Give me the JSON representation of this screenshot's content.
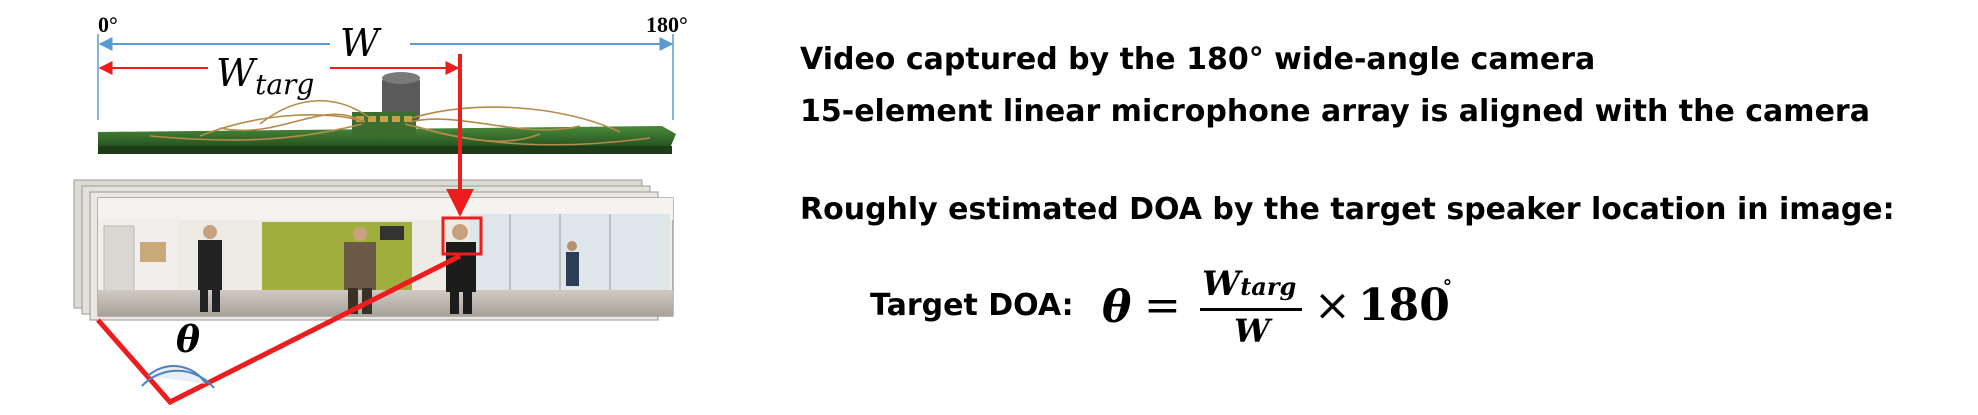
{
  "diagram": {
    "label_0deg": "0°",
    "label_180deg": "180°",
    "label_W": "W",
    "label_Wtarg_main": "W",
    "label_Wtarg_sub": "targ",
    "label_theta": "θ",
    "colors": {
      "red": "#ee1c1c",
      "blue": "#5b9bd5",
      "board": "#2f6b2a",
      "wall": "#e8e6e2",
      "green_wall": "#9fae3c",
      "arc": "#4f81bd"
    }
  },
  "text": {
    "line1": "Video captured by the 180° wide-angle camera",
    "line2": "15-element linear microphone array is aligned with the camera",
    "line3": "Roughly estimated DOA by the target speaker location in image:"
  },
  "formula": {
    "label": "Target DOA:",
    "theta": "θ",
    "equals": "=",
    "num_main": "W",
    "num_sub": "targ",
    "den": "W",
    "times": "×",
    "value": "180",
    "degree": "∘"
  }
}
